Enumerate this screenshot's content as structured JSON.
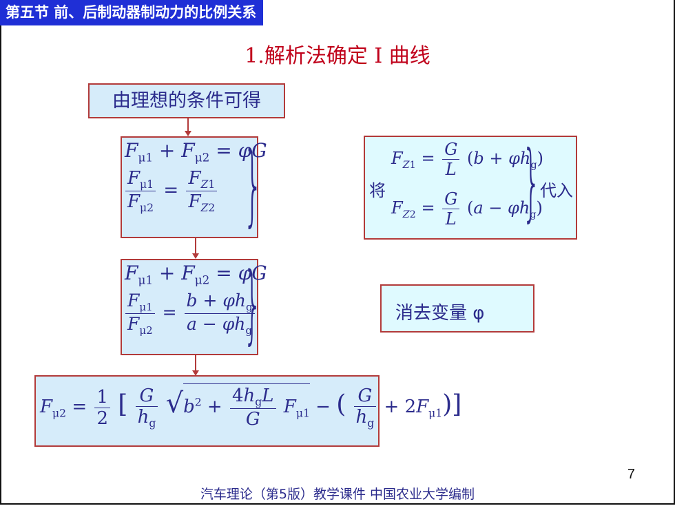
{
  "header": {
    "section_tag": "第五节  前、后制动器制动力的比例关系"
  },
  "slide": {
    "title": "1.解析法确定 I 曲线",
    "condition_label": "由理想的条件可得",
    "substitute_prefix": "将",
    "substitute_suffix": "代入",
    "eliminate_label": "消去变量 φ",
    "page_number": "7"
  },
  "footer": {
    "text": "汽车理论（第5版）教学课件   中国农业大学编制"
  }
}
